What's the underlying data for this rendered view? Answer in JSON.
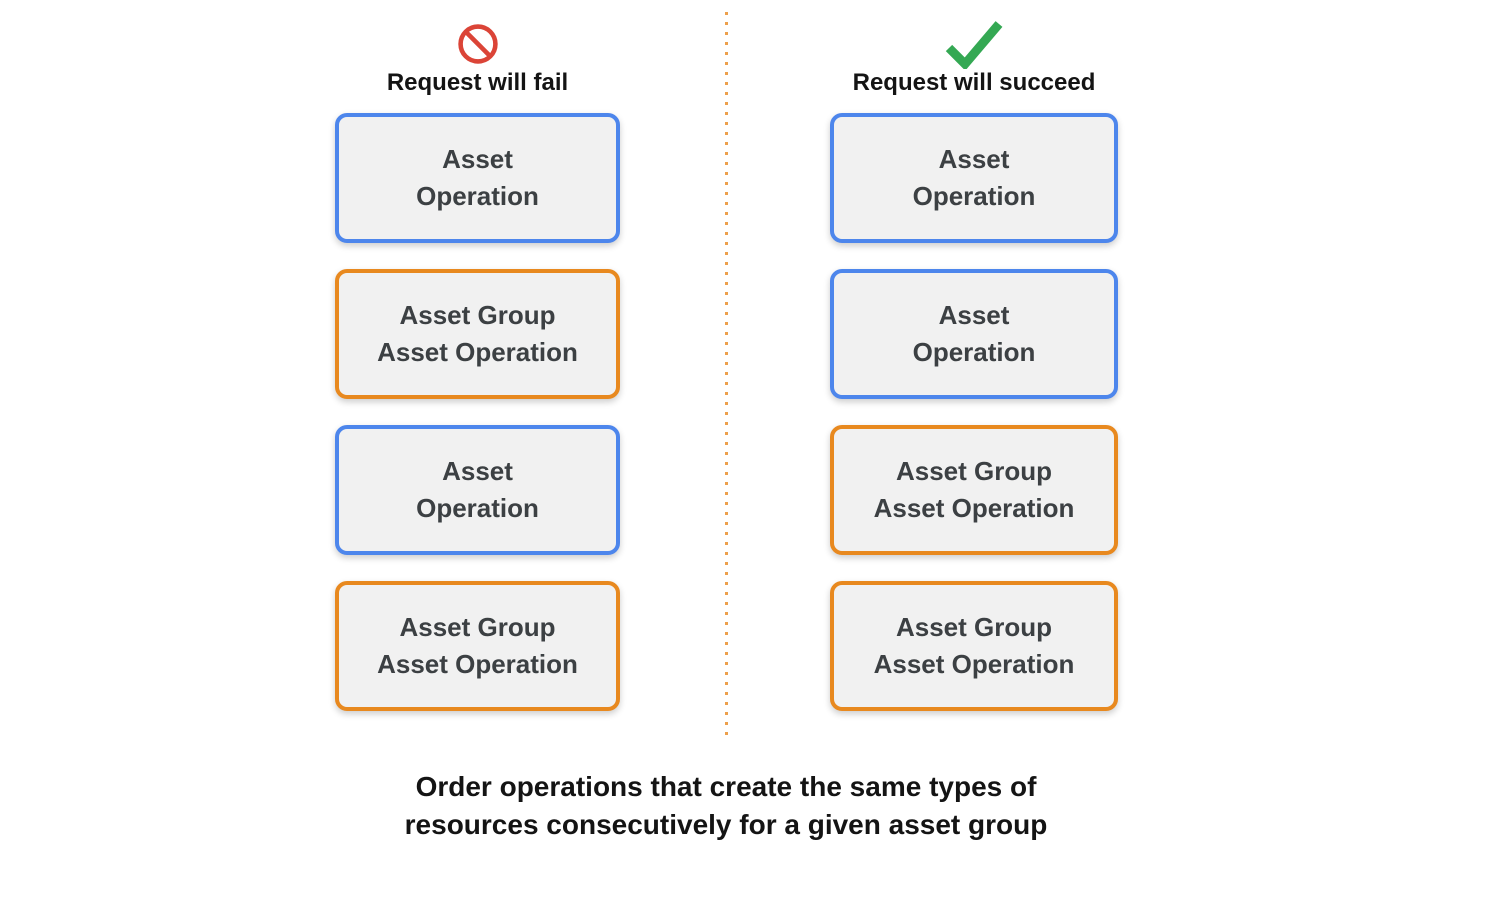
{
  "colors": {
    "blue": "#4d86ec",
    "orange": "#e8891f",
    "box_fill": "#f1f1f1",
    "box_text": "#3c4043",
    "fail_red": "#db4437",
    "success_green": "#34a853",
    "divider_orange": "#eda04c",
    "heading_text": "#141414"
  },
  "fail_column": {
    "title": "Request will fail",
    "icon": "prohibited-icon",
    "boxes": [
      {
        "type": "asset-operation",
        "label": "Asset\nOperation"
      },
      {
        "type": "asset-group-asset-operation",
        "label": "Asset Group\nAsset Operation"
      },
      {
        "type": "asset-operation",
        "label": "Asset\nOperation"
      },
      {
        "type": "asset-group-asset-operation",
        "label": "Asset Group\nAsset Operation"
      }
    ]
  },
  "succeed_column": {
    "title": "Request will succeed",
    "icon": "check-icon",
    "boxes": [
      {
        "type": "asset-operation",
        "label": "Asset\nOperation"
      },
      {
        "type": "asset-operation",
        "label": "Asset\nOperation"
      },
      {
        "type": "asset-group-asset-operation",
        "label": "Asset Group\nAsset Operation"
      },
      {
        "type": "asset-group-asset-operation",
        "label": "Asset Group\nAsset Operation"
      }
    ]
  },
  "caption": "Order operations that create the same types of\nresources consecutively for a given asset group"
}
